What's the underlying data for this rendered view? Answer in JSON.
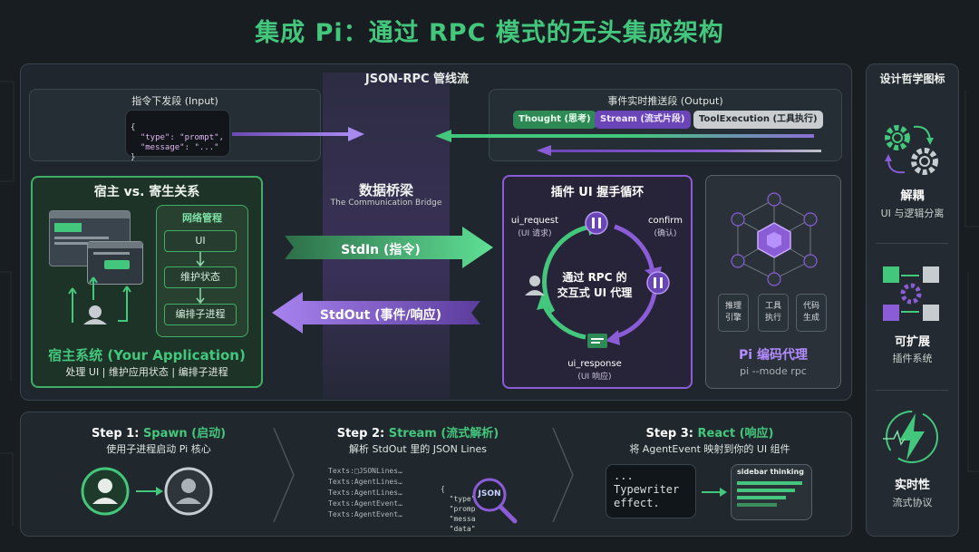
{
  "title": "集成 Pi：通过 RPC 模式的无头集成架构",
  "pipeline": {
    "label": "JSON-RPC 管线流"
  },
  "input": {
    "label": "指令下发段 (Input)",
    "code": [
      "{",
      "  \"type\": \"prompt\",",
      "  \"message\": \"...\"",
      "}"
    ]
  },
  "output": {
    "label": "事件实时推送段 (Output)",
    "chips": [
      "Thought (思考)",
      "Stream (流式片段)",
      "ToolExecution (工具执行)"
    ]
  },
  "host": {
    "section_title": "宿主 vs. 寄生关系",
    "net_title": "网络管程",
    "net_items": [
      "UI",
      "维护状态",
      "编排子进程"
    ],
    "name": "宿主系统 (Your Application)",
    "desc": "处理 UI | 维护应用状态 | 编排子进程"
  },
  "bridge": {
    "title": "数据桥梁",
    "subtitle": "The Communication Bridge",
    "stdin": "StdIn (指令)",
    "stdout": "StdOut (事件/响应)"
  },
  "handshake": {
    "title": "插件 UI 握手循环",
    "request": "ui_request",
    "request_sub": "(UI 请求)",
    "confirm": "confirm",
    "confirm_sub": "(确认)",
    "center_1": "通过 RPC 的",
    "center_2": "交互式 UI 代理",
    "response": "ui_response",
    "response_sub": "(UI 响应)"
  },
  "pi": {
    "cells": [
      [
        "推理",
        "引擎"
      ],
      [
        "工具",
        "执行"
      ],
      [
        "代码",
        "生成"
      ]
    ],
    "name": "Pi 编码代理",
    "cmd": "pi --mode rpc"
  },
  "steps": [
    {
      "head": "Step 1: ",
      "accent": "Spawn (启动)",
      "desc": "使用子进程启动 Pi 核心"
    },
    {
      "head": "Step 2: ",
      "accent": "Stream (流式解析)",
      "desc": "解析 StdOut 里的 JSON Lines",
      "lines": [
        "Texts:□JSONLines…",
        "Texts:AgentLines…",
        "Texts:AgentLines…",
        "Texts:AgentEvent…",
        "Texts:AgentEvent…"
      ],
      "json": [
        "{",
        "  \"type\"",
        "  \"promp",
        "  \"messa",
        "  \"data\""
      ],
      "badge": "JSON"
    },
    {
      "head": "Step 3: ",
      "accent": "React (响应)",
      "desc": "将 AgentEvent 映射到你的 UI 组件",
      "typewriter": [
        "...",
        "Typewriter",
        "effect."
      ],
      "sidebar": "sidebar thinking"
    }
  ],
  "philosophy": {
    "title": "设计哲学图标",
    "items": [
      {
        "name": "解耦",
        "desc": "UI 与逻辑分离"
      },
      {
        "name": "可扩展",
        "desc": "插件系统"
      },
      {
        "name": "实时性",
        "desc": "流式协议"
      }
    ]
  },
  "colors": {
    "green": "#43c77c",
    "purple": "#8a5cd6",
    "bg": "#181d22"
  }
}
